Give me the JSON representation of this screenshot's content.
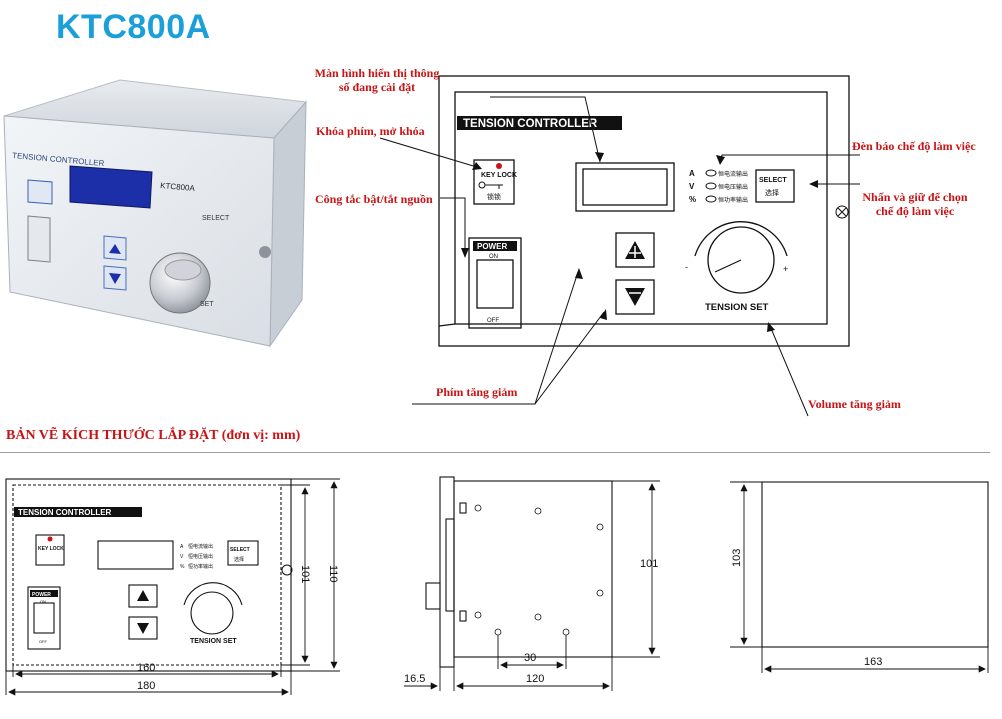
{
  "title": "KTC800A",
  "panel": {
    "brand": "TENSION CONTROLLER",
    "model": "KTC800A",
    "key_lock": "KEY LOCK",
    "key_lock_cn": "锁锁",
    "power": "POWER",
    "on": "ON",
    "off": "OFF",
    "select": "SELECT",
    "select_cn": "选择",
    "modes": [
      {
        "unit": "A",
        "label": "恒电流输出"
      },
      {
        "unit": "V",
        "label": "恒电压输出"
      },
      {
        "unit": "%",
        "label": "恒功率输出"
      }
    ],
    "knob": "TENSION SET",
    "knob_short": "SET",
    "minus": "-",
    "plus": "+"
  },
  "annotations": {
    "display": "Màn hình hiển thị thông số đang cài đặt",
    "key_lock": "Khóa phím, mở khóa",
    "power": "Công tắc bật/tắt nguồn",
    "indicator": "Đèn báo chế độ làm việc",
    "select": "Nhấn và giữ để chọn chế độ làm việc",
    "updown": "Phím tăng giảm",
    "volume": "Volume tăng giảm"
  },
  "section_title": "BẢN VẼ KÍCH THƯỚC LẮP ĐẶT (đơn vị: mm)",
  "dims": {
    "front_inner_w": "160",
    "front_outer_w": "180",
    "front_inner_h": "101",
    "front_outer_h": "110",
    "side_h": "101",
    "side_hole": "30",
    "side_depth": "120",
    "side_front": "16.5",
    "cut_h": "103",
    "cut_w": "163"
  },
  "colors": {
    "title": "#1a9fd9",
    "annotation": "#c81414"
  }
}
